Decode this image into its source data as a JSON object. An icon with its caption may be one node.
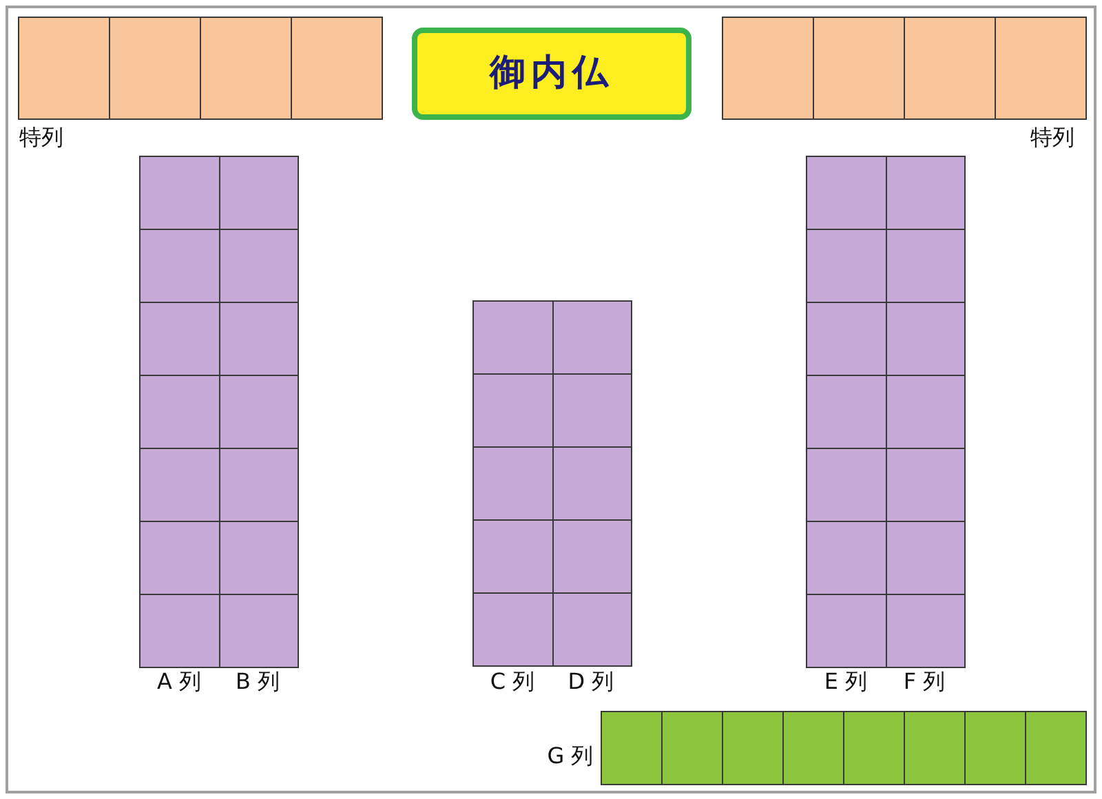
{
  "diagram": {
    "nodes": [
      {
        "text": [
          "御内仏"
        ]
      }
    ],
    "labels": [
      "特列",
      "特列",
      "A 列",
      "B 列",
      "C 列",
      "D 列",
      "E 列",
      "F 列",
      "G 列"
    ]
  }
}
